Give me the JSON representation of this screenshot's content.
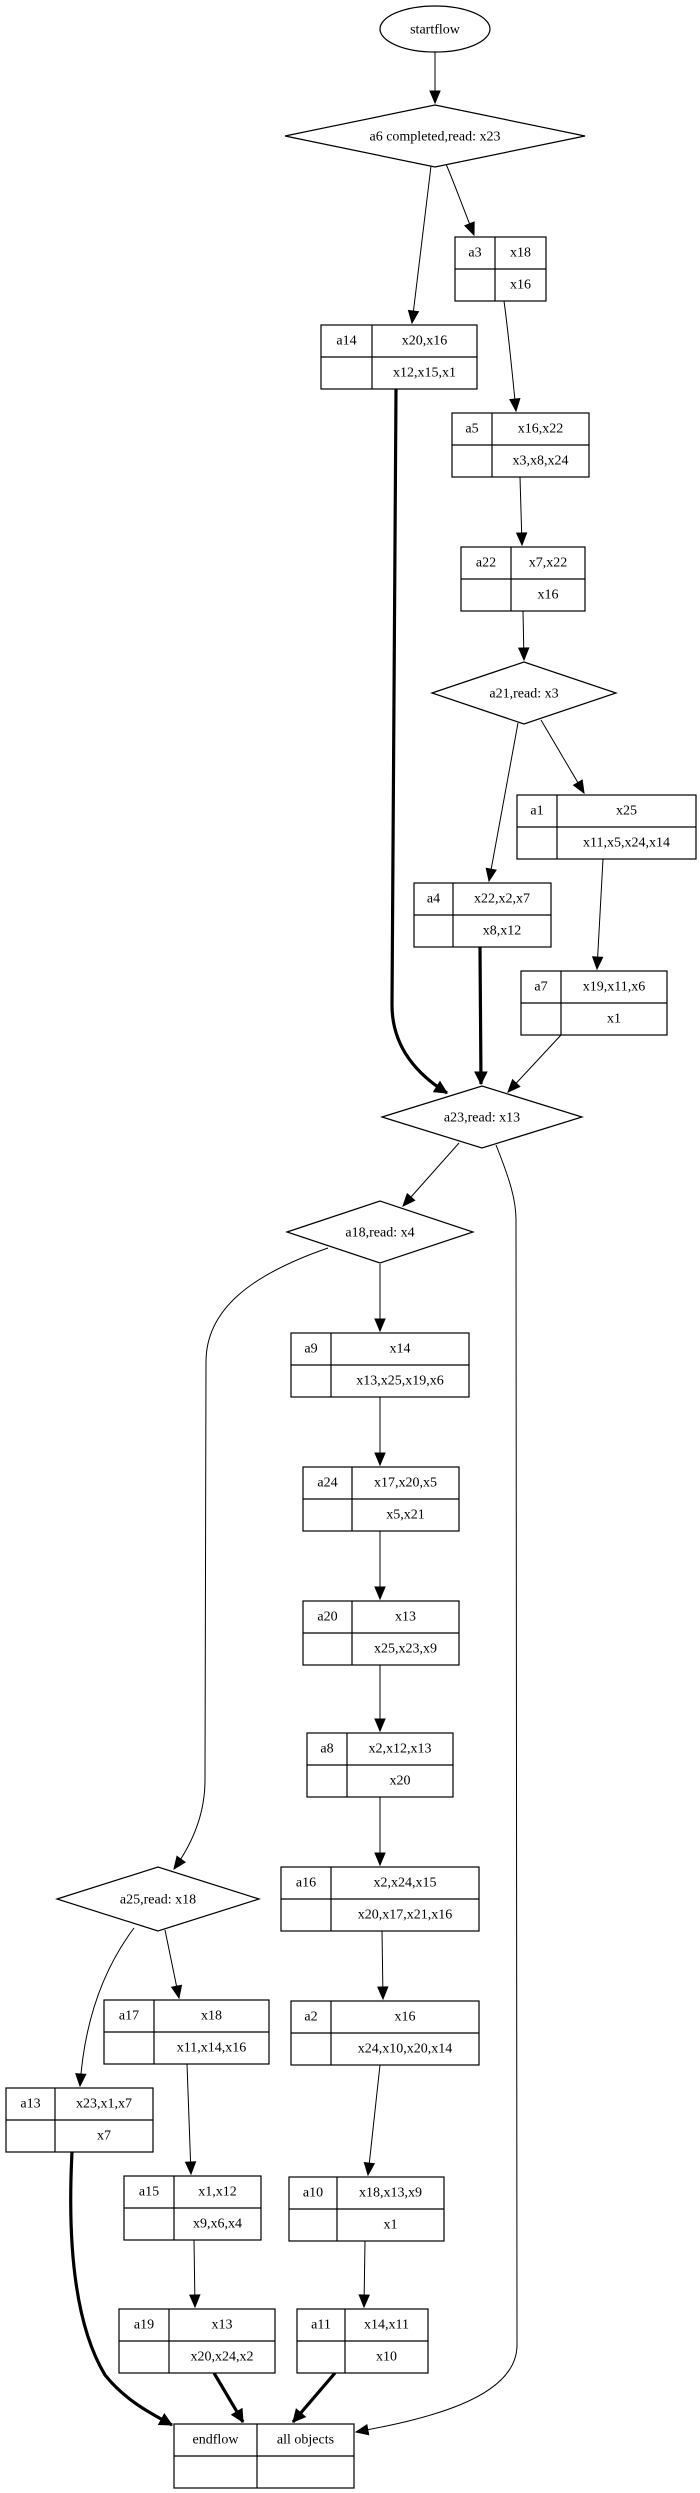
{
  "graph": {
    "start": {
      "id": "startflow",
      "label": "startflow"
    },
    "decisions": [
      {
        "id": "d_a6",
        "label": "a6 completed,read: x23"
      },
      {
        "id": "d_a21",
        "label": "a21,read: x3"
      },
      {
        "id": "d_a23",
        "label": "a23,read: x13"
      },
      {
        "id": "d_a18",
        "label": "a18,read: x4"
      },
      {
        "id": "d_a25",
        "label": "a25,read: x18"
      }
    ],
    "activities": [
      {
        "id": "a3",
        "name": "a3",
        "top": "x18",
        "bottom": "x16"
      },
      {
        "id": "a14",
        "name": "a14",
        "top": "x20,x16",
        "bottom": "x12,x15,x1"
      },
      {
        "id": "a5",
        "name": "a5",
        "top": "x16,x22",
        "bottom": "x3,x8,x24"
      },
      {
        "id": "a22",
        "name": "a22",
        "top": "x7,x22",
        "bottom": "x16"
      },
      {
        "id": "a1",
        "name": "a1",
        "top": "x25",
        "bottom": "x11,x5,x24,x14"
      },
      {
        "id": "a4",
        "name": "a4",
        "top": "x22,x2,x7",
        "bottom": "x8,x12"
      },
      {
        "id": "a7",
        "name": "a7",
        "top": "x19,x11,x6",
        "bottom": "x1"
      },
      {
        "id": "a9",
        "name": "a9",
        "top": "x14",
        "bottom": "x13,x25,x19,x6"
      },
      {
        "id": "a24",
        "name": "a24",
        "top": "x17,x20,x5",
        "bottom": "x5,x21"
      },
      {
        "id": "a20",
        "name": "a20",
        "top": "x13",
        "bottom": "x25,x23,x9"
      },
      {
        "id": "a8",
        "name": "a8",
        "top": "x2,x12,x13",
        "bottom": "x20"
      },
      {
        "id": "a16",
        "name": "a16",
        "top": "x2,x24,x15",
        "bottom": "x20,x17,x21,x16"
      },
      {
        "id": "a2",
        "name": "a2",
        "top": "x16",
        "bottom": "x24,x10,x20,x14"
      },
      {
        "id": "a17",
        "name": "a17",
        "top": "x18",
        "bottom": "x11,x14,x16"
      },
      {
        "id": "a13",
        "name": "a13",
        "top": "x23,x1,x7",
        "bottom": "x7"
      },
      {
        "id": "a15",
        "name": "a15",
        "top": "x1,x12",
        "bottom": "x9,x6,x4"
      },
      {
        "id": "a10",
        "name": "a10",
        "top": "x18,x13,x9",
        "bottom": "x1"
      },
      {
        "id": "a19",
        "name": "a19",
        "top": "x13",
        "bottom": "x20,x24,x2"
      },
      {
        "id": "a11",
        "name": "a11",
        "top": "x14,x11",
        "bottom": "x10"
      },
      {
        "id": "endflow",
        "name": "endflow",
        "top": "all objects",
        "bottom": ""
      }
    ],
    "edges": [
      {
        "from": "startflow",
        "to": "d_a6",
        "weight": "normal"
      },
      {
        "from": "d_a6",
        "to": "a14",
        "weight": "thin"
      },
      {
        "from": "d_a6",
        "to": "a3",
        "weight": "thin"
      },
      {
        "from": "a3",
        "to": "a5",
        "weight": "thin"
      },
      {
        "from": "a5",
        "to": "a22",
        "weight": "thin"
      },
      {
        "from": "a22",
        "to": "d_a21",
        "weight": "thin"
      },
      {
        "from": "d_a21",
        "to": "a4",
        "weight": "thin"
      },
      {
        "from": "d_a21",
        "to": "a1",
        "weight": "thin"
      },
      {
        "from": "a1",
        "to": "a7",
        "weight": "thin"
      },
      {
        "from": "a14",
        "to": "d_a23",
        "weight": "thick"
      },
      {
        "from": "a4",
        "to": "d_a23",
        "weight": "thick"
      },
      {
        "from": "a7",
        "to": "d_a23",
        "weight": "thin"
      },
      {
        "from": "d_a23",
        "to": "d_a18",
        "weight": "thin"
      },
      {
        "from": "d_a23",
        "to": "endflow",
        "weight": "thin"
      },
      {
        "from": "d_a18",
        "to": "a9",
        "weight": "thin"
      },
      {
        "from": "d_a18",
        "to": "d_a25",
        "weight": "thin"
      },
      {
        "from": "a9",
        "to": "a24",
        "weight": "thin"
      },
      {
        "from": "a24",
        "to": "a20",
        "weight": "thin"
      },
      {
        "from": "a20",
        "to": "a8",
        "weight": "thin"
      },
      {
        "from": "a8",
        "to": "a16",
        "weight": "thin"
      },
      {
        "from": "a16",
        "to": "a2",
        "weight": "thin"
      },
      {
        "from": "a2",
        "to": "a10",
        "weight": "thin"
      },
      {
        "from": "a10",
        "to": "a11",
        "weight": "thin"
      },
      {
        "from": "d_a25",
        "to": "a13",
        "weight": "thin"
      },
      {
        "from": "d_a25",
        "to": "a17",
        "weight": "thin"
      },
      {
        "from": "a17",
        "to": "a15",
        "weight": "thin"
      },
      {
        "from": "a15",
        "to": "a19",
        "weight": "thin"
      },
      {
        "from": "a13",
        "to": "endflow",
        "weight": "thick"
      },
      {
        "from": "a19",
        "to": "endflow",
        "weight": "thick"
      },
      {
        "from": "a11",
        "to": "endflow",
        "weight": "thick"
      }
    ]
  }
}
